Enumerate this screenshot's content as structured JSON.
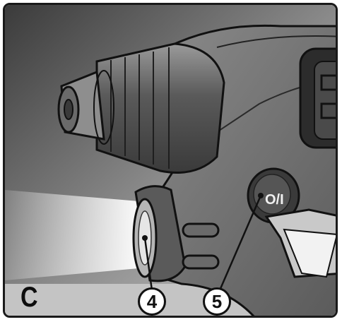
{
  "figure": {
    "panel_letter": "C",
    "callouts": [
      {
        "number": "4",
        "part": "work-light"
      },
      {
        "number": "5",
        "part": "light-switch"
      }
    ],
    "switch_symbol": "O/I",
    "colors": {
      "outline": "#111111",
      "body_dark": "#4a4a4a",
      "body_mid": "#7a7a7a",
      "background_light": "#d9d9d9",
      "light_beam": "#f4f4f4"
    }
  }
}
